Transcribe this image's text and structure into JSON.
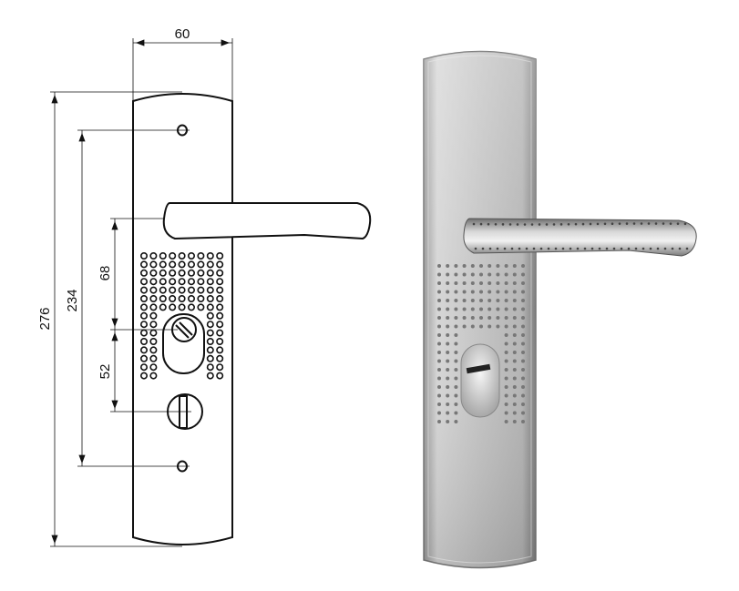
{
  "drawing": {
    "dimensions": {
      "width": "60",
      "total_height": "276",
      "screw_spacing": "234",
      "handle_to_cylinder": "68",
      "cylinder_to_thumbturn": "52"
    }
  },
  "colors": {
    "line": "#111111",
    "metal_light": "#d9d9d9",
    "metal_dark": "#8a8a8a"
  }
}
